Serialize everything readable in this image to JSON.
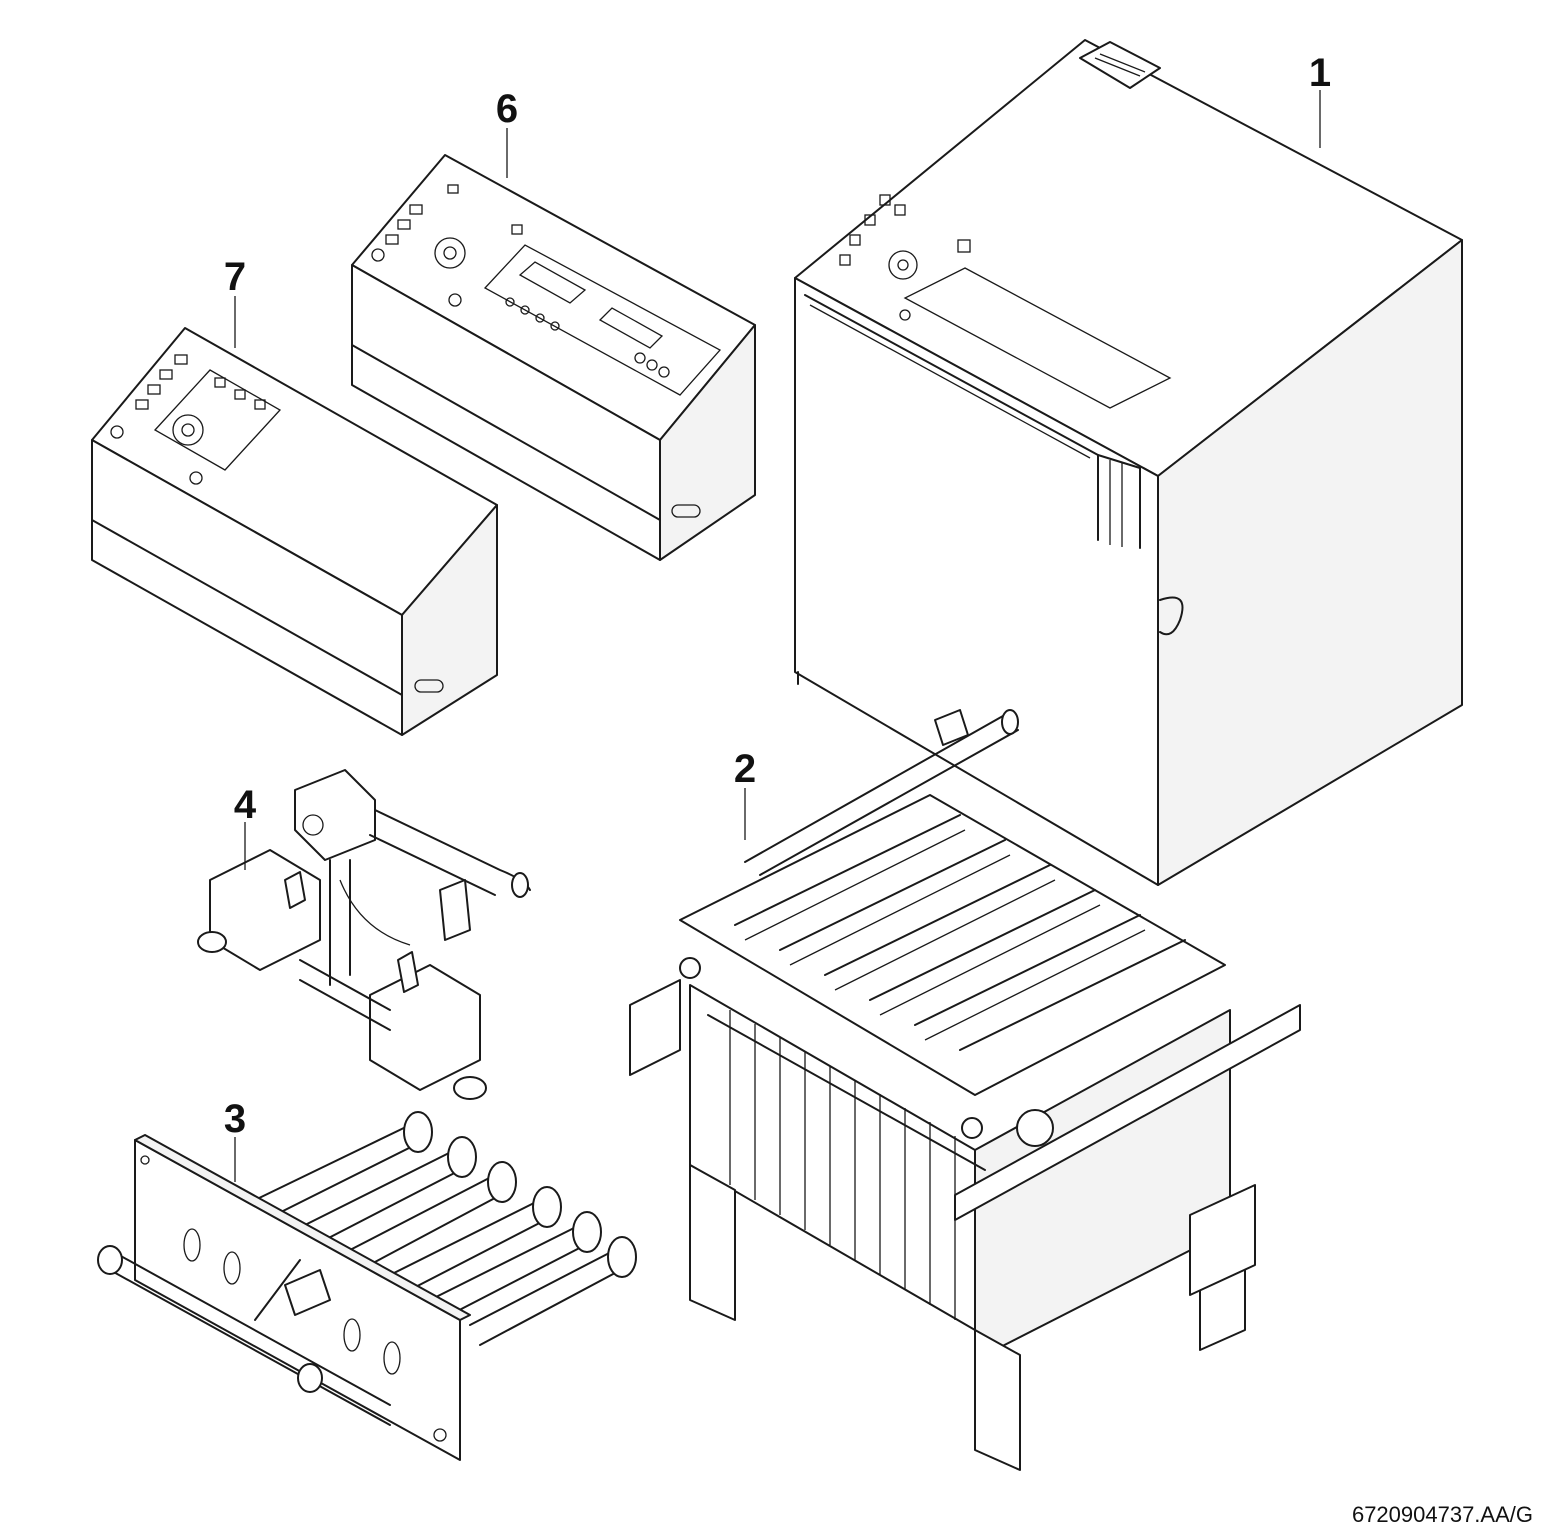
{
  "callouts": {
    "c1": "1",
    "c2": "2",
    "c3": "3",
    "c4": "4",
    "c6": "6",
    "c7": "7"
  },
  "document_id": "6720904737.AA/G"
}
